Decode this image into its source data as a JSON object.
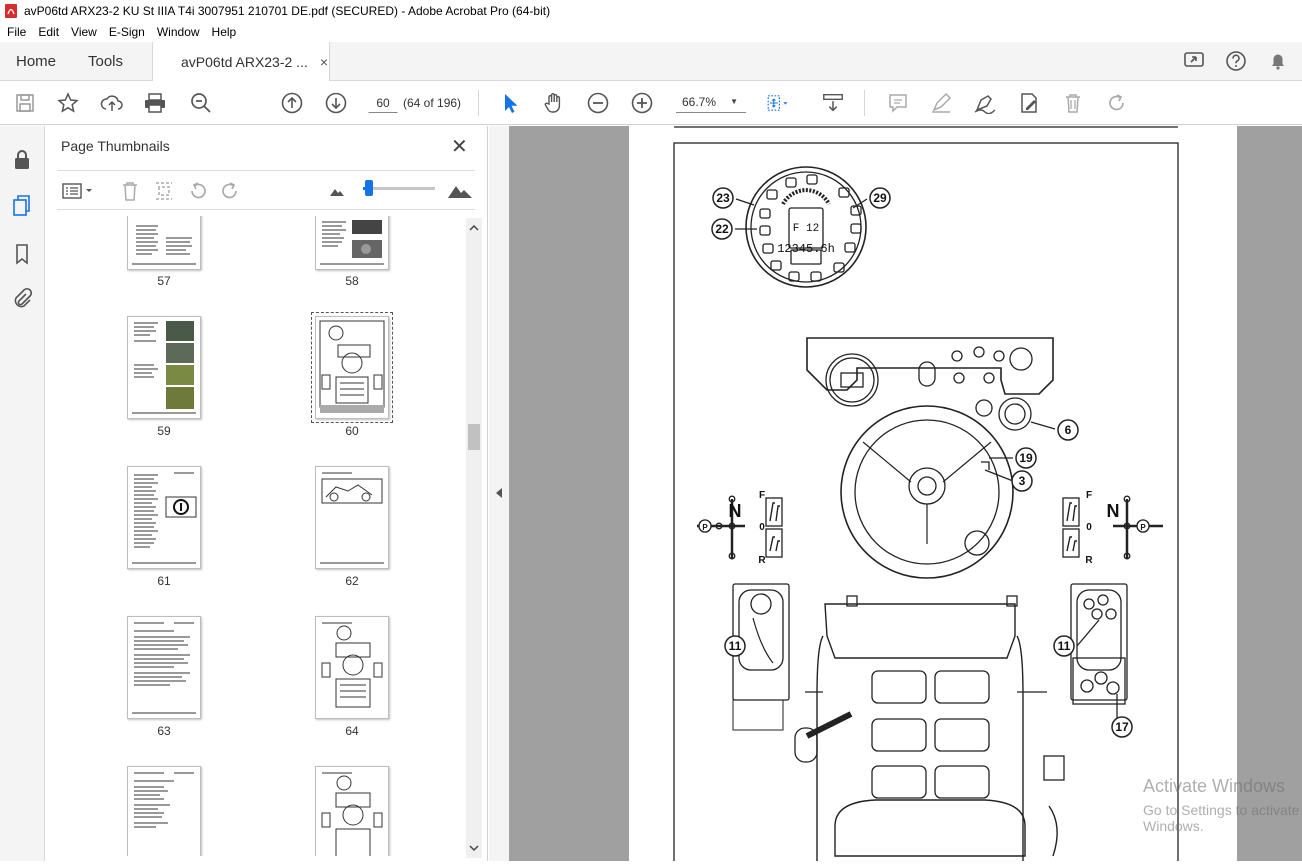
{
  "window": {
    "title": "avP06td ARX23-2 KU St IIIA T4i 3007951 210701 DE.pdf (SECURED) - Adobe Acrobat Pro (64-bit)"
  },
  "menu": {
    "items": [
      "File",
      "Edit",
      "View",
      "E-Sign",
      "Window",
      "Help"
    ]
  },
  "tabs": {
    "home": "Home",
    "tools": "Tools",
    "doc": "avP06td ARX23-2 ...",
    "close": "×"
  },
  "toolbar": {
    "page_value": "60",
    "page_of": "(64 of 196)",
    "zoom": "66.7%"
  },
  "panel": {
    "title": "Page Thumbnails",
    "close": "✕"
  },
  "thumbnails": [
    {
      "label": "57"
    },
    {
      "label": "58"
    },
    {
      "label": "59"
    },
    {
      "label": "60"
    },
    {
      "label": "61"
    },
    {
      "label": "62"
    },
    {
      "label": "63"
    },
    {
      "label": "64"
    }
  ],
  "figure": {
    "callouts": [
      "23",
      "29",
      "22",
      "6",
      "19",
      "3",
      "11",
      "11",
      "17"
    ],
    "shift_letters": {
      "n": "N",
      "f": "F",
      "zero": "0",
      "r": "R",
      "p": "P"
    },
    "lcd_gear": "F 12",
    "lcd_hours": "12345.6h"
  },
  "watermark": {
    "line1": "Activate Windows",
    "line2": "Go to Settings to activate Windows."
  },
  "colors": {
    "accent": "#1473e6",
    "viewer_bg": "#a0a0a0",
    "pdf_red": "#d32f2f"
  }
}
